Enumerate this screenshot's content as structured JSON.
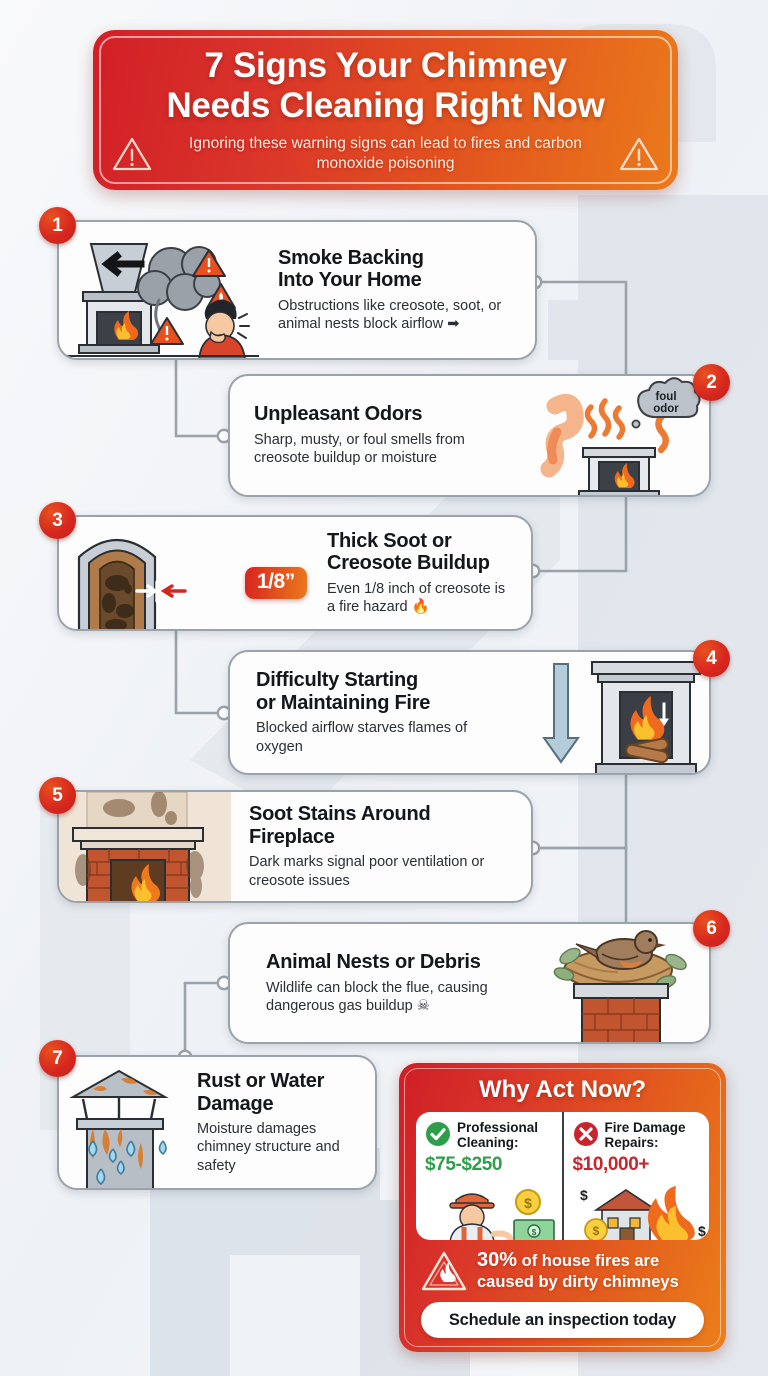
{
  "header": {
    "title": "7 Signs Your Chimney Needs Cleaning Right Now",
    "title_line1": "7 Signs Your Chimney",
    "title_line2": "Needs Cleaning Right Now",
    "subtitle": "Ignoring these warning signs can lead to fires and carbon monoxide poisoning",
    "warning_icon_left": "warning-triangle-icon",
    "warning_icon_right": "warning-triangle-icon",
    "gradient_start": "#d11f26",
    "gradient_end": "#ea7a1b"
  },
  "signs": [
    {
      "number": "1",
      "title_line1": "Smoke Backing",
      "title_line2": "Into Your Home",
      "body": "Obstructions like creosote, soot, or animal nests block airflow ➡",
      "art": "fireplace-smoke-backdraft-person-coughing"
    },
    {
      "number": "2",
      "title_line1": "Unpleasant Odors",
      "title_line2": "",
      "body": "Sharp, musty, or foul smells from creosote buildup or moisture",
      "art": "fireplace-odor-waves-thought-bubble",
      "callout": "foul odor"
    },
    {
      "number": "3",
      "title_line1": "Thick Soot or",
      "title_line2": "Creosote Buildup",
      "body": "Even 1/8 inch of creosote is a fire hazard 🔥",
      "art": "flue-cross-section-creosote",
      "badge_label": "1/8”"
    },
    {
      "number": "4",
      "title_line1": "Difficulty Starting",
      "title_line2": "or Maintaining Fire",
      "body": "Blocked airflow starves flames of oxygen",
      "art": "fireplace-logs-downdraft-arrow"
    },
    {
      "number": "5",
      "title_line1": "Soot Stains Around Fireplace",
      "title_line2": "",
      "body": "Dark marks signal poor ventilation or creosote issues",
      "art": "brick-fireplace-soot-stains"
    },
    {
      "number": "6",
      "title_line1": "Animal Nests or Debris",
      "title_line2": "",
      "body": "Wildlife can block the flue, causing dangerous gas buildup ☠",
      "art": "chimney-top-bird-nest"
    },
    {
      "number": "7",
      "title_line1": "Rust or Water",
      "title_line2": "Damage",
      "body": "Moisture damages chimney structure and safety",
      "art": "rusty-chimney-cap-water-drops"
    }
  ],
  "cta": {
    "title": "Why Act Now?",
    "left": {
      "icon": "check-circle-icon",
      "label_line1": "Professional",
      "label_line2": "Cleaning:",
      "price": "$75-$250",
      "color": "#2f9e4b",
      "illus": "chimney-sweep-worker-money"
    },
    "right": {
      "icon": "x-circle-icon",
      "label_line1": "Fire Damage",
      "label_line2": "Repairs:",
      "price": "$10,000+",
      "color": "#c9252d",
      "illus": "burning-house-money"
    },
    "stat_icon": "fire-warning-triangle-icon",
    "stat_percent": "30%",
    "stat_text": " of house fires are caused by dirty chimneys",
    "stat_line1": "30% of house fires are",
    "stat_line2": "caused by dirty chimneys",
    "button_label": "Schedule an inspection today"
  }
}
